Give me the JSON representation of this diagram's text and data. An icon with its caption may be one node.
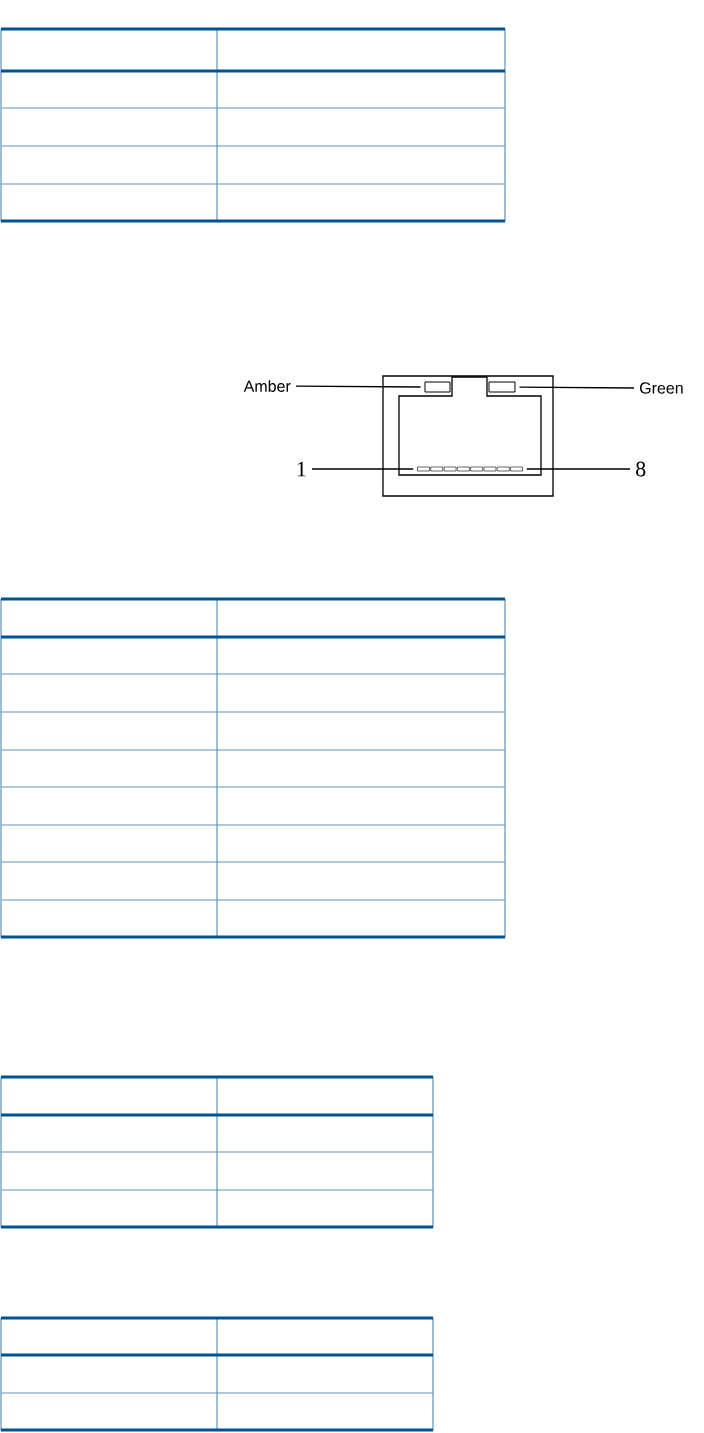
{
  "diagram": {
    "nodes": [
      {
        "text": [
          "Amber"
        ]
      },
      {
        "text": [
          "Green"
        ]
      },
      {
        "text": [
          "1"
        ]
      },
      {
        "text": [
          "8"
        ]
      },
      {
        "text": [],
        "shape": "box"
      },
      {
        "text": [],
        "shape": "box"
      },
      {
        "text": [],
        "shape": "box"
      },
      {
        "text": [],
        "shape": "box"
      }
    ],
    "edges": [
      {
        "from": 0,
        "to": 4,
        "arrow": "none"
      },
      {
        "from": 1,
        "to": 5,
        "arrow": "none"
      },
      {
        "from": 2,
        "to": 6,
        "arrow": "none"
      },
      {
        "from": 3,
        "to": 7,
        "arrow": "none"
      }
    ]
  }
}
